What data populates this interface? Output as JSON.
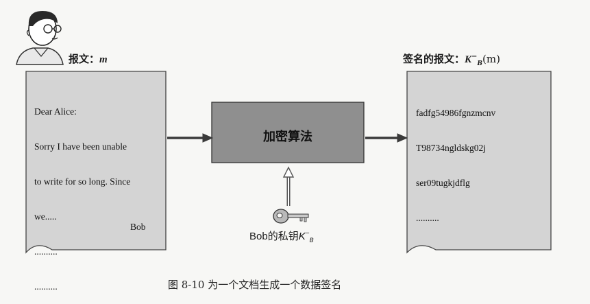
{
  "left_label": {
    "prefix": "报文：",
    "var": "m"
  },
  "right_label": {
    "prefix": "签名的报文：",
    "var": "K",
    "sup": "−",
    "sub": "B",
    "arg": "(m)"
  },
  "letter": {
    "lines": [
      "Dear Alice:",
      "Sorry I have been unable",
      "to write for so long. Since",
      "we.....",
      "..........",
      ".........."
    ],
    "signature": "Bob"
  },
  "signed": {
    "lines": [
      "fadfg54986fgnzmcnv",
      "T98734ngldskg02j",
      "ser09tugkjdflg",
      ".........."
    ]
  },
  "box_label": "加密算法",
  "key_label": {
    "prefix": "Bob的私钥",
    "var": "K",
    "sup": "−",
    "sub": "B"
  },
  "caption": "图 8-10    为一个文档生成一个数据签名",
  "colors": {
    "doc_fill": "#d4d4d4",
    "box_fill": "#8f8f8f",
    "arrow": "#3a3a3a"
  }
}
